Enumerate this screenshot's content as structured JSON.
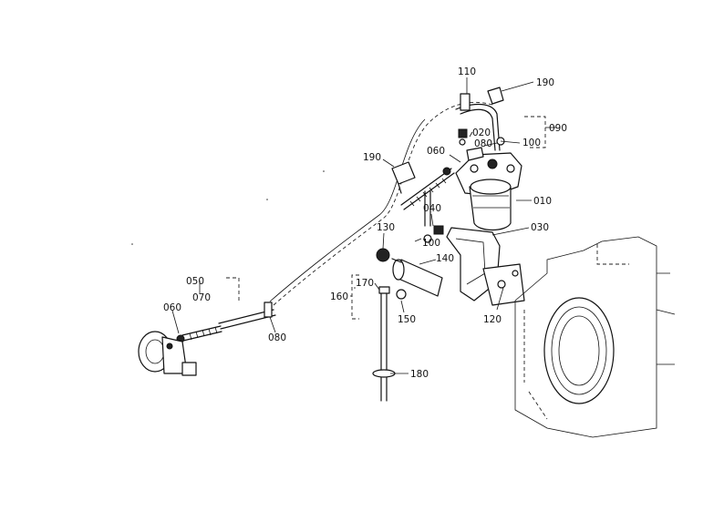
{
  "colors": {
    "ink": "#111111",
    "background": "#ffffff"
  },
  "labels": {
    "p010": "010",
    "p020": "020",
    "p030": "030",
    "p040": "040",
    "p050": "050",
    "p060_a": "060",
    "p060_b": "060",
    "p070": "070",
    "p080_a": "080",
    "p080_b": "080",
    "p090": "090",
    "p100_a": "100",
    "p100_b": "100",
    "p110": "110",
    "p120": "120",
    "p130": "130",
    "p140": "140",
    "p150": "150",
    "p160": "160",
    "p170": "170",
    "p180": "180",
    "p190_a": "190",
    "p190_b": "190"
  }
}
